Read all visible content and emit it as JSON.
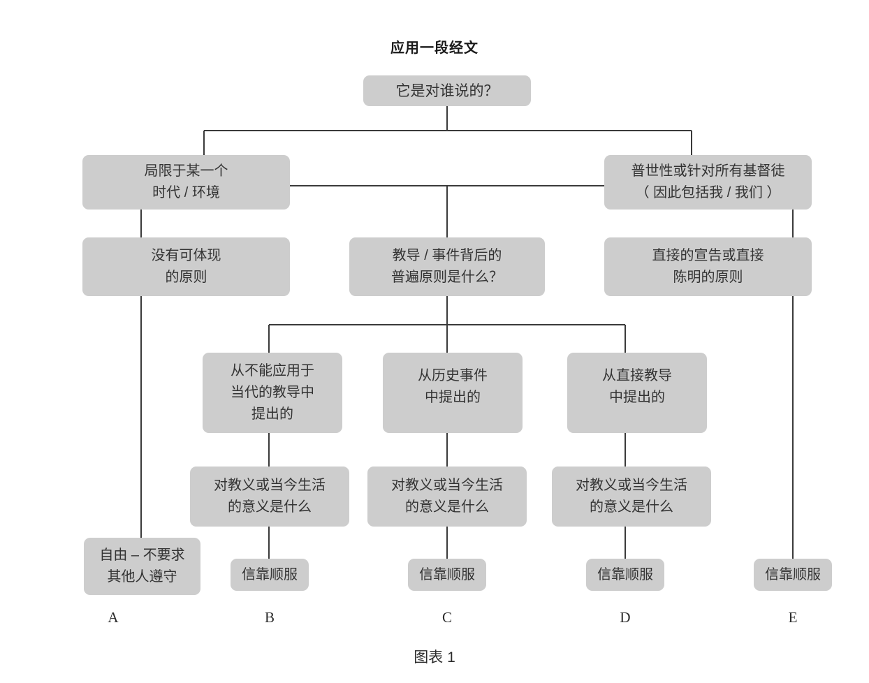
{
  "diagram": {
    "title": "应用一段经文",
    "caption": "图表 1",
    "colors": {
      "node_fill": "#cdcdcd",
      "node_text": "#333333",
      "connector": "#3a3a3a",
      "background": "#ffffff"
    },
    "nodes": {
      "root": {
        "lines": [
          "它是对谁说的？"
        ]
      },
      "limited": {
        "lines": [
          "局限于某一个",
          "时代 / 环境"
        ]
      },
      "universal": {
        "lines": [
          "普世性或针对所有基督徒",
          "（ 因此包括我 / 我们 ）"
        ]
      },
      "no_principle": {
        "lines": [
          "没有可体现",
          "的原则"
        ]
      },
      "general_principle": {
        "lines": [
          "教导 / 事件背后的",
          "普遍原则是什么？"
        ]
      },
      "direct_principle": {
        "lines": [
          "直接的宣告或直接",
          "陈明的原则"
        ]
      },
      "from_inapplicable_teaching": {
        "lines": [
          "从不能应用于",
          "当代的教导中",
          "提出的"
        ]
      },
      "from_history": {
        "lines": [
          "从历史事件",
          "中提出的"
        ]
      },
      "from_direct_teaching": {
        "lines": [
          "从直接教导",
          "中提出的"
        ]
      },
      "meaning_b": {
        "lines": [
          "对教义或当今生活",
          "的意义是什么"
        ]
      },
      "meaning_c": {
        "lines": [
          "对教义或当今生活",
          "的意义是什么"
        ]
      },
      "meaning_d": {
        "lines": [
          "对教义或当今生活",
          "的意义是什么"
        ]
      },
      "freedom": {
        "lines": [
          "自由 – 不要求",
          "其他人遵守"
        ]
      },
      "trust_b": {
        "lines": [
          "信靠顺服"
        ]
      },
      "trust_c": {
        "lines": [
          "信靠顺服"
        ]
      },
      "trust_d": {
        "lines": [
          "信靠顺服"
        ]
      },
      "trust_e": {
        "lines": [
          "信靠顺服"
        ]
      }
    },
    "leaf_labels": [
      "A",
      "B",
      "C",
      "D",
      "E"
    ]
  }
}
